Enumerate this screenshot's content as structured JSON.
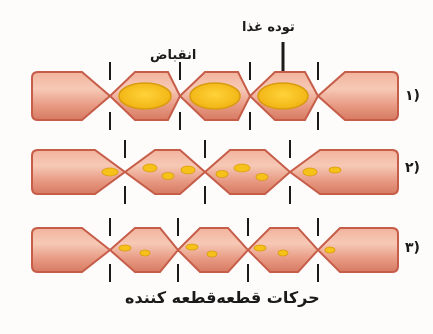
{
  "labels": {
    "food_mass": "توده غذا",
    "contraction": "انقباض",
    "caption": "حرکات قطعه‌قطعه کننده"
  },
  "row_numbers": [
    "۱)",
    "۲)",
    "۳)"
  ],
  "colors": {
    "tube_fill": "#eba28c",
    "tube_outline": "#c65d49",
    "tube_highlight": "#f6c9b6",
    "food_fill": "#f6c21a",
    "food_outline": "#d89b10",
    "marker": "#1a1a1a"
  }
}
